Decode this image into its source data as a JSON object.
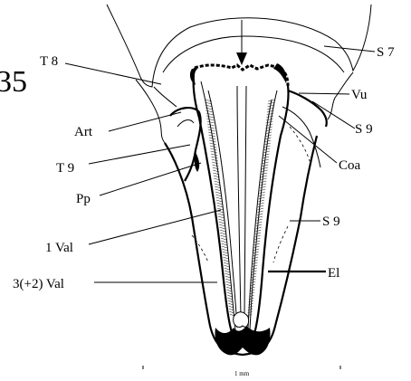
{
  "figure_number": "35",
  "labels": {
    "t8": "T 8",
    "s7": "S 7",
    "vu": "Vu",
    "art": "Art",
    "s9_upper": "S 9",
    "t9": "T 9",
    "coa": "Coa",
    "pp": "Pp",
    "s9_lower": "S 9",
    "val1": "1 Val",
    "el": "El",
    "val3": "3(+2) Val"
  },
  "scale_bar": {
    "label": "1 mm"
  }
}
